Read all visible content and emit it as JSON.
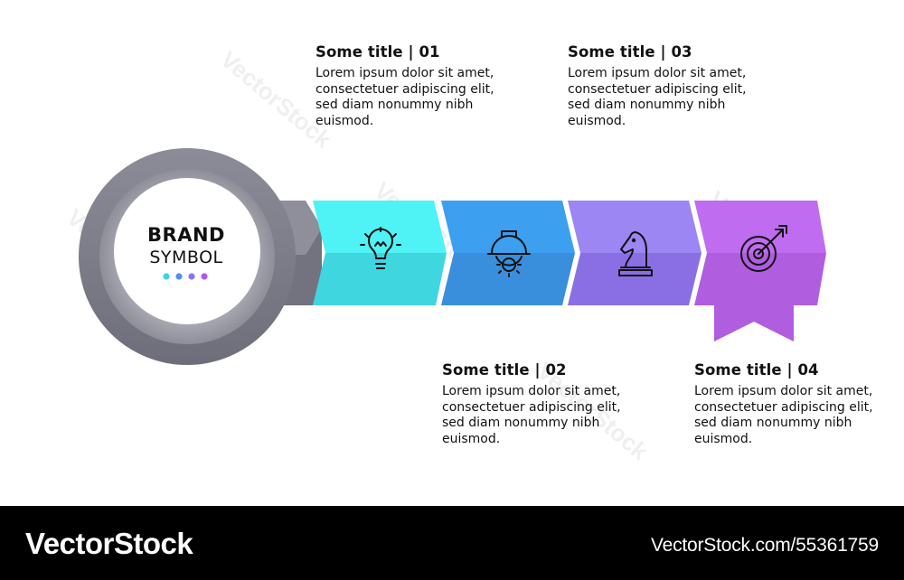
{
  "brand": {
    "title": "BRAND",
    "subtitle": "SYMBOL"
  },
  "dots": [
    "#38d4ea",
    "#4d8ef0",
    "#8b74f2",
    "#b455e8"
  ],
  "steps": [
    {
      "title": "Some title  |  01",
      "body": "Lorem ipsum dolor sit amet, consectetuer adipiscing elit, sed diam nonummy nibh euismod.",
      "icon": "lightbulb-icon",
      "color_top": "#4ff3f6",
      "color_bottom": "#3fd6e0"
    },
    {
      "title": "Some title  |  02",
      "body": "Lorem ipsum dolor sit amet, consectetuer adipiscing elit, sed diam nonummy nibh euismod.",
      "icon": "hard-hat-gear-icon",
      "color_top": "#3d9ff0",
      "color_bottom": "#3a8fdd"
    },
    {
      "title": "Some title  |  03",
      "body": "Lorem ipsum dolor sit amet, consectetuer adipiscing elit, sed diam nonummy nibh euismod.",
      "icon": "chess-knight-icon",
      "color_top": "#9b86f3",
      "color_bottom": "#8a6fe4"
    },
    {
      "title": "Some title  |  04",
      "body": "Lorem ipsum dolor sit amet, consectetuer adipiscing elit, sed diam nonummy nibh euismod.",
      "icon": "target-arrow-icon",
      "color_top": "#c06cf0",
      "color_bottom": "#b05ddf"
    }
  ],
  "footer": {
    "left": "VectorStock",
    "right": "VectorStock.com/55361759"
  },
  "watermark": "VectorStock"
}
